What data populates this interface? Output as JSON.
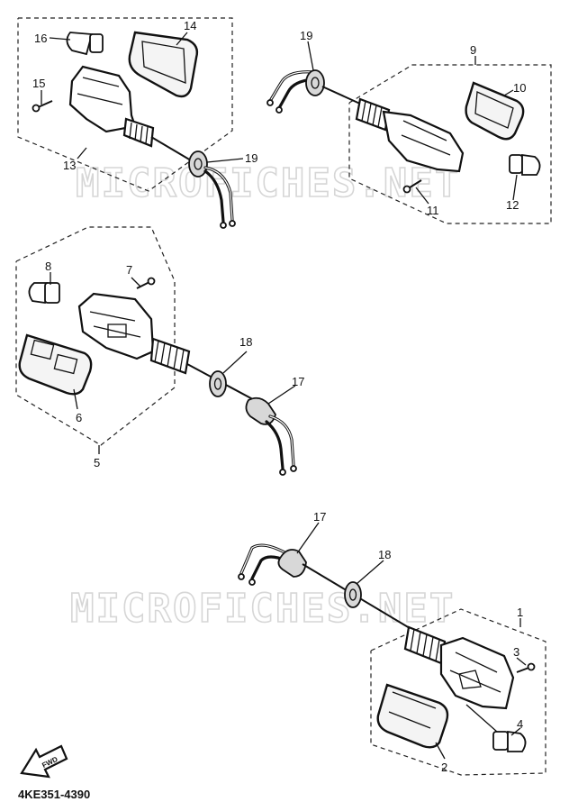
{
  "diagram": {
    "watermark_text": "MICROFICHES.NET",
    "drawing_code": "4KE351-4390",
    "direction_arrow_label": "FWD",
    "assemblies": [
      {
        "assembly": "13",
        "callouts": [
          "13",
          "14",
          "15",
          "16",
          "19"
        ]
      },
      {
        "assembly": "9",
        "callouts": [
          "9",
          "10",
          "11",
          "12",
          "19"
        ]
      },
      {
        "assembly": "5",
        "callouts": [
          "5",
          "6",
          "7",
          "8",
          "17",
          "18"
        ]
      },
      {
        "assembly": "1",
        "callouts": [
          "1",
          "2",
          "3",
          "4",
          "17",
          "18"
        ]
      }
    ],
    "callouts": {
      "c1": "1",
      "c2": "2",
      "c3": "3",
      "c4": "4",
      "c5": "5",
      "c6": "6",
      "c7": "7",
      "c8": "8",
      "c9": "9",
      "c10": "10",
      "c11": "11",
      "c12": "12",
      "c13": "13",
      "c14": "14",
      "c15": "15",
      "c16": "16",
      "c17a": "17",
      "c17b": "17",
      "c18a": "18",
      "c18b": "18",
      "c19a": "19",
      "c19b": "19"
    }
  }
}
